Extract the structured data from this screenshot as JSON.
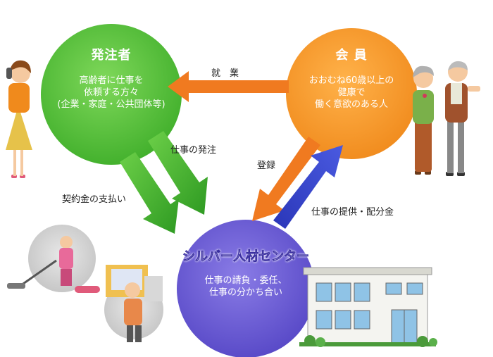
{
  "client": {
    "title": "発注者",
    "lines": [
      "高齢者に仕事を",
      "依頼する方々",
      "(企業・家庭・公共団体等)"
    ],
    "color": "#5ec43a"
  },
  "member": {
    "title": "会 員",
    "lines": [
      "おおむね60歳以上の",
      "健康で",
      "働く意欲のある人"
    ],
    "color": "#f79a2a"
  },
  "center": {
    "title": "シルバー人材センター",
    "lines": [
      "仕事の請負・委任、",
      "仕事の分かち合い"
    ],
    "color": "#6a5ad0"
  },
  "arrows": {
    "employment": "就　業",
    "order": "仕事の発注",
    "payment": "契約金の支払い",
    "register": "登録",
    "provide": "仕事の提供・配分金"
  },
  "colors": {
    "orange_arrow": "#f07a20",
    "green_arrow": "#3fae2a",
    "blue_arrow": "#3a3fc8"
  }
}
